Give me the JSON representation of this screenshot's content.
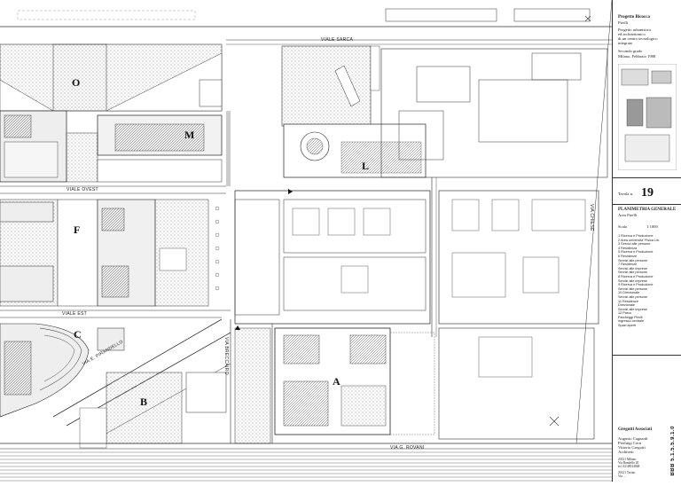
{
  "map": {
    "streets": {
      "viale_sarca": "VIALE SARCA",
      "viale_ovest": "VIALE OVEST",
      "viale_est": "VIALE EST",
      "via_chiese": "VIA CHIESE",
      "via_pirandello": "VIA E. PIRANDELLO",
      "via_breccairo": "VIA BRECCAIRO",
      "via_rovani": "VIA G. ROVANI"
    },
    "zones": [
      "O",
      "M",
      "L",
      "F",
      "C",
      "B",
      "A"
    ]
  },
  "sidebar": {
    "project_title": "Progetto Bicocca",
    "project_sub": "Pirelli",
    "project_desc": [
      "Progetto urbanistico",
      "ed architettonico",
      "di un centro tecnologico",
      "integrato"
    ],
    "grade": "Secondo grado",
    "place_year": "Milano, Febbraio 1988",
    "tavola_label": "Tavola n.",
    "tavola_number": "19",
    "sheet_title": "PLANIMETRIA GENERALE",
    "sheet_sub": "Area Pirelli",
    "scale_label": "Scala",
    "scale_value": "1:1000",
    "legend": [
      "1  Ricerca e Produzione",
      "2  Area universita' Fisica Lib.",
      "3  Servizi alle persone",
      "4  Residenza",
      "5  Ricerca e Produzione",
      "6  Residenze",
      "   Servizi alle persone",
      "7  Residenze",
      "   Servizi alle imprese",
      "   Servizi alle persone",
      "8  Ricerca e Produzione",
      "   Servizi alle imprese",
      "9  Ricerca e Produzione",
      "   Servizi alle persone",
      "10 Direzionale",
      "   Servizi alle persone",
      "11 Residenze",
      "   Direzionale",
      "   Servizi alle imprese",
      "12 Parco",
      "   Parcheggi Pirelli",
      "   Ingresso centrale",
      "   Spazi aperti"
    ],
    "firm_name": "Gregotti Associati",
    "architects": [
      "Augusto Cagnardi",
      "Pierluigi Cerri",
      "Vittorio Gregotti",
      "Architetti"
    ],
    "address": [
      "20121 Milano",
      "Via Bandello 20",
      "tel. 02/48014848"
    ],
    "address2": [
      "20121 Torino",
      "Via ..."
    ],
    "edge_code": "BBB 5.1.5.5.9.1.0"
  }
}
